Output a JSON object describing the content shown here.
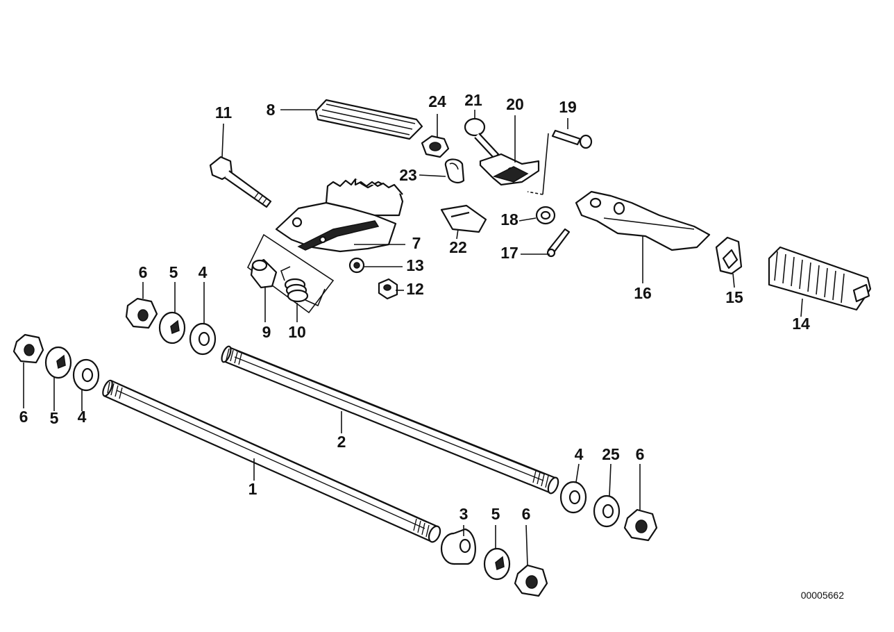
{
  "diagram": {
    "reference_number": "00005662",
    "callouts": [
      "1",
      "2",
      "3",
      "4",
      "5",
      "6",
      "7",
      "8",
      "9",
      "10",
      "11",
      "12",
      "13",
      "14",
      "15",
      "16",
      "17",
      "18",
      "19",
      "20",
      "21",
      "22",
      "23",
      "24",
      "25"
    ]
  }
}
